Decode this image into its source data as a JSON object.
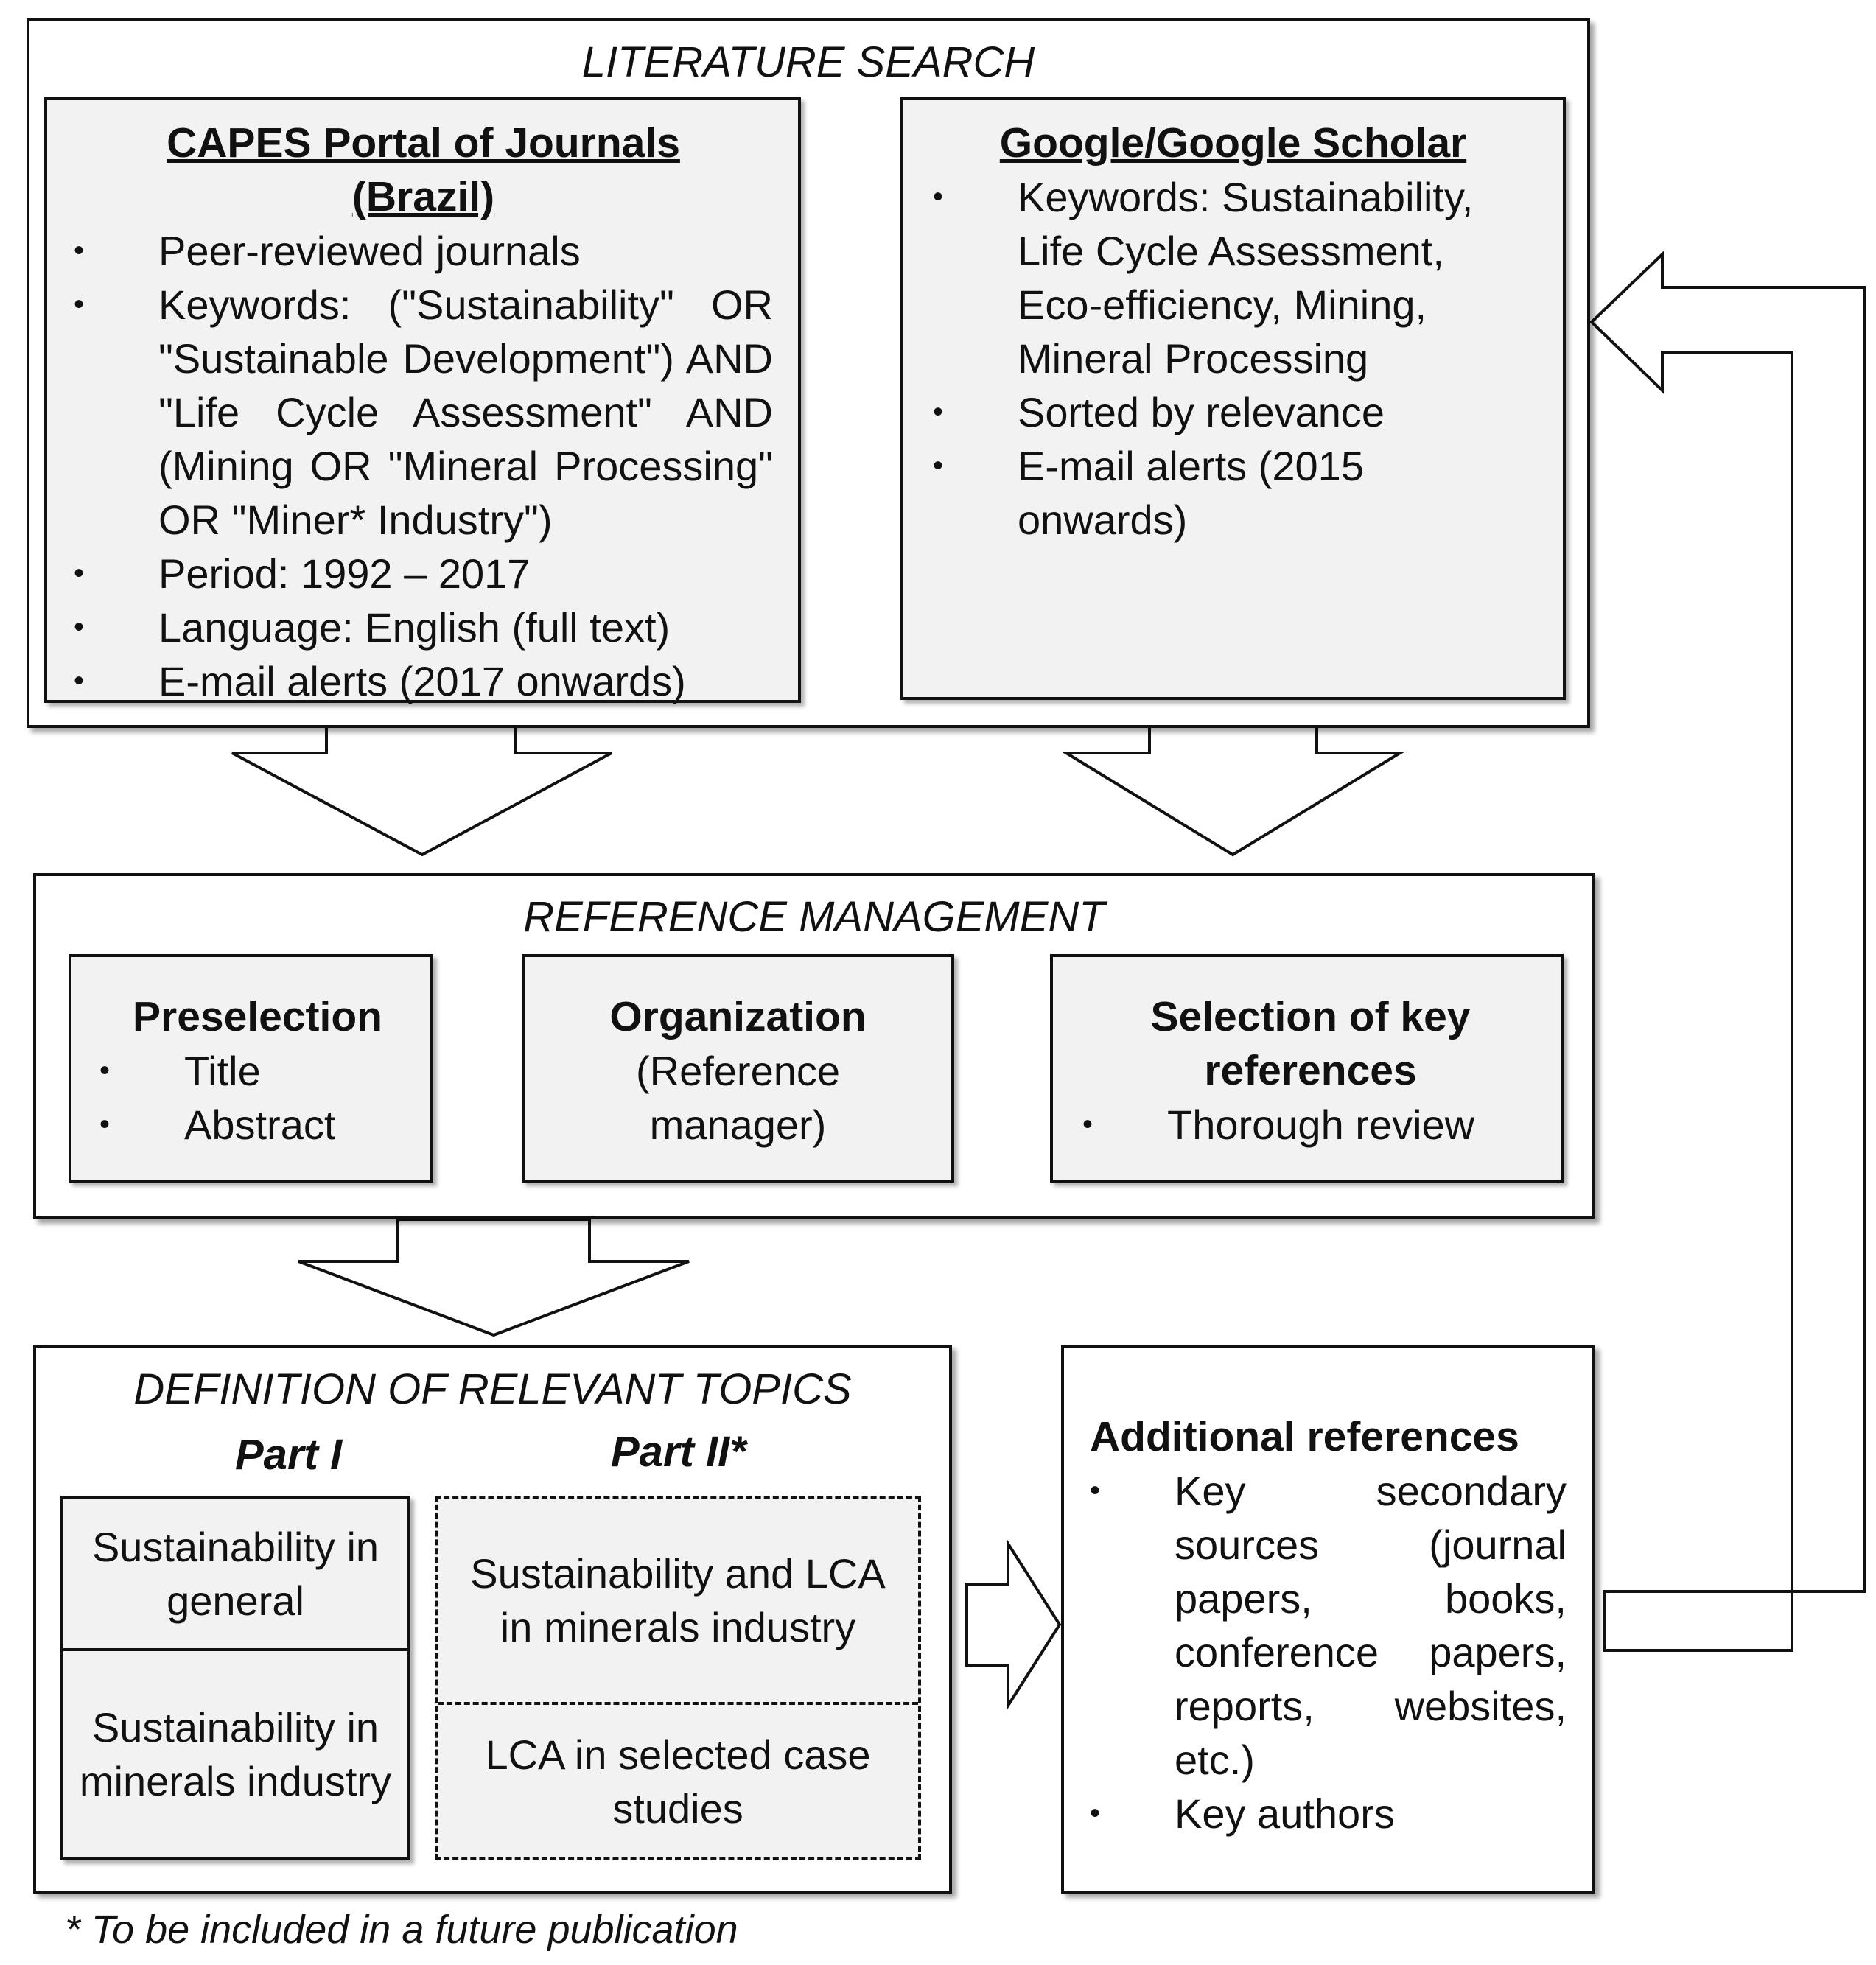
{
  "literature_search": {
    "title": "LITERATURE SEARCH",
    "capes": {
      "heading_line1": "CAPES Portal of Journals",
      "heading_line2": "(Brazil)",
      "items": [
        "Peer-reviewed journals",
        "Keywords: (\"Sustainability\" OR \"Sustainable Development\") AND \"Life Cycle Assessment\" AND (Mining OR \"Mineral Processing\" OR \"Miner* Industry\")",
        "Period: 1992 – 2017",
        "Language: English (full text)",
        "E-mail alerts (2017 onwards)"
      ]
    },
    "google": {
      "heading": "Google/Google Scholar",
      "items": [
        "Keywords: Sustainability, Life Cycle Assessment, Eco-efficiency, Mining, Mineral Processing",
        "Sorted by relevance",
        "E-mail alerts (2015 onwards)"
      ]
    }
  },
  "reference_management": {
    "title": "REFERENCE MANAGEMENT",
    "preselection": {
      "heading": "Preselection",
      "items": [
        "Title",
        "Abstract"
      ]
    },
    "organization": {
      "heading": "Organization",
      "sub_line1": "(Reference",
      "sub_line2": "manager)"
    },
    "selection": {
      "heading_line1": "Selection of key",
      "heading_line2": "references",
      "items": [
        "Thorough review"
      ]
    }
  },
  "definition": {
    "title": "DEFINITION OF RELEVANT TOPICS",
    "part1_label": "Part I",
    "part2_label": "Part II*",
    "part1_cells": [
      "Sustainability in general",
      "Sustainability in minerals industry"
    ],
    "part2_cells": [
      "Sustainability and LCA in minerals industry",
      "LCA in selected case studies"
    ]
  },
  "additional": {
    "heading": "Additional references",
    "items": [
      "Key secondary sources (journal papers, books, conference papers, reports, websites, etc.)",
      "Key authors"
    ]
  },
  "footnote": "* To be included in a future publication",
  "bullet_symbol": "•"
}
